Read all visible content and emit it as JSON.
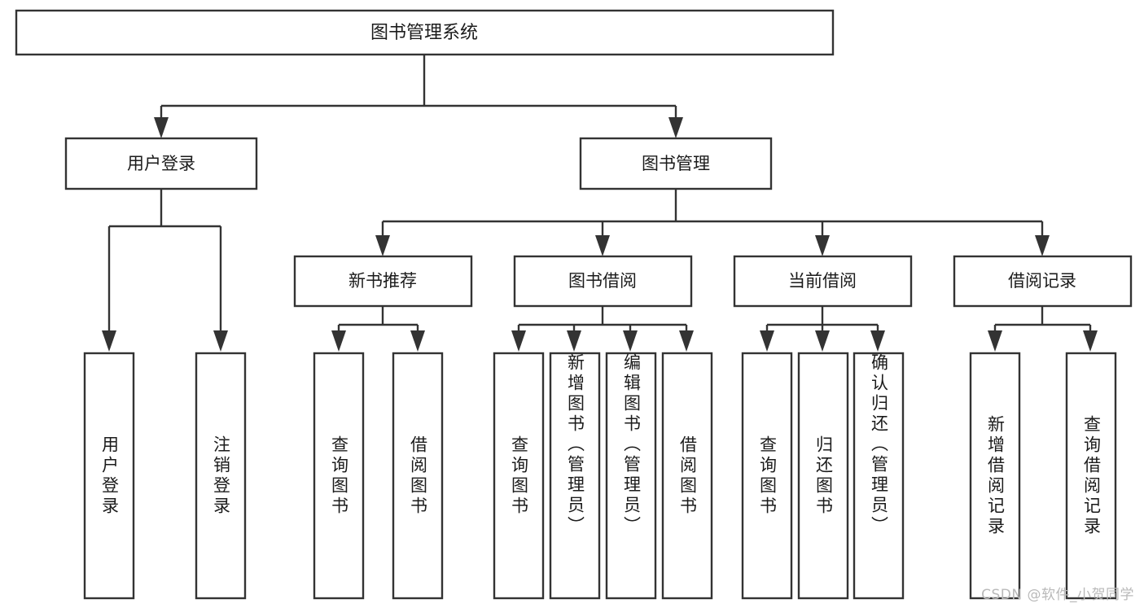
{
  "diagram": {
    "title": "图书管理系统",
    "watermark": "CSDN @软件_小贺同学",
    "colors": {
      "stroke": "#333333",
      "fill": "#ffffff",
      "text": "#1b1b1b",
      "watermark": "#b9b9b9",
      "background": "#ffffff"
    },
    "root": {
      "label": "图书管理系统"
    },
    "level1": [
      {
        "label": "用户登录"
      },
      {
        "label": "图书管理"
      }
    ],
    "level2": [
      {
        "label": "新书推荐"
      },
      {
        "label": "图书借阅"
      },
      {
        "label": "当前借阅"
      },
      {
        "label": "借阅记录"
      }
    ],
    "leaves": {
      "user_login": [
        {
          "label": "用户登录"
        },
        {
          "label": "注销登录"
        }
      ],
      "new_book": [
        {
          "label": "查询图书"
        },
        {
          "label": "借阅图书"
        }
      ],
      "book_borrow": [
        {
          "label": "查询图书"
        },
        {
          "label": "新增图书（管理员）"
        },
        {
          "label": "编辑图书（管理员）"
        },
        {
          "label": "借阅图书"
        }
      ],
      "current_borrow": [
        {
          "label": "查询图书"
        },
        {
          "label": "归还图书"
        },
        {
          "label": "确认归还（管理员）"
        }
      ],
      "borrow_record": [
        {
          "label": "新增借阅记录"
        },
        {
          "label": "查询借阅记录"
        }
      ]
    }
  }
}
